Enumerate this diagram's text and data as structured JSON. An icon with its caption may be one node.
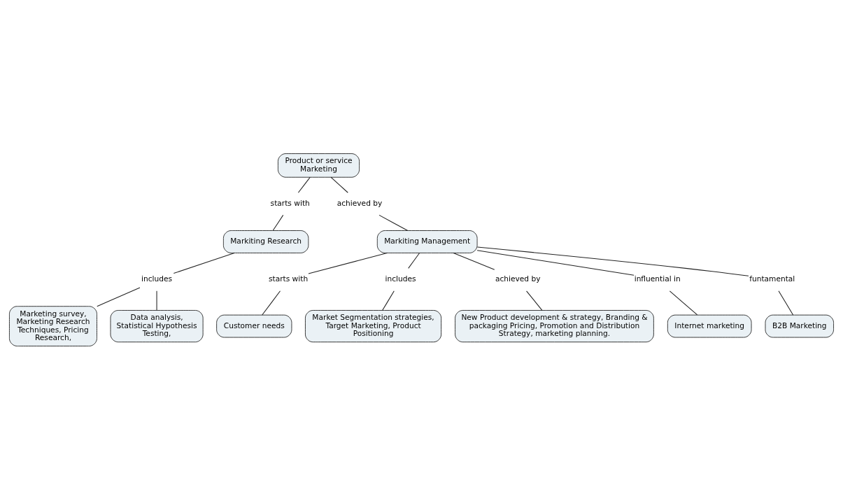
{
  "diagram": {
    "nodes": [
      {
        "text": [
          "Product or service Marketing"
        ]
      },
      {
        "text": [
          "starts with"
        ]
      },
      {
        "text": [
          "achieved by"
        ]
      },
      {
        "text": [
          "Markiting Research"
        ]
      },
      {
        "text": [
          "Markiting Management"
        ]
      },
      {
        "text": [
          "includes"
        ]
      },
      {
        "text": [
          "Marketing survey, Marketing Research Techniques, Pricing Research,"
        ]
      },
      {
        "text": [
          "Data analysis, Statistical Hypothesis Testing,"
        ]
      },
      {
        "text": [
          "starts with"
        ]
      },
      {
        "text": [
          "includes"
        ]
      },
      {
        "text": [
          "achieved by"
        ]
      },
      {
        "text": [
          "influential in"
        ]
      },
      {
        "text": [
          "funtamental"
        ]
      },
      {
        "text": [
          "Customer needs"
        ]
      },
      {
        "text": [
          "Internet marketing"
        ]
      },
      {
        "text": [
          "Market Segmentation strategies, Target Marketing, Product Positioning"
        ]
      },
      {
        "text": [
          "B2B Marketing"
        ]
      },
      {
        "text": [
          "New Product development & strategy, Branding & packaging Pricing, Promotion and Distribution Strategy, marketing planning."
        ]
      }
    ],
    "edges": [
      {
        "from": 0,
        "to": 1,
        "arrow": "none"
      },
      {
        "from": 1,
        "to": 3,
        "arrow": "none"
      },
      {
        "from": 0,
        "to": 2,
        "arrow": "none"
      },
      {
        "from": 2,
        "to": 4,
        "arrow": "none"
      },
      {
        "from": 3,
        "to": 5,
        "arrow": "none"
      },
      {
        "from": 5,
        "to": 6,
        "arrow": "none"
      },
      {
        "from": 5,
        "to": 7,
        "arrow": "none"
      },
      {
        "from": 4,
        "to": 8,
        "arrow": "none"
      },
      {
        "from": 8,
        "to": 13,
        "arrow": "none"
      },
      {
        "from": 4,
        "to": 9,
        "arrow": "none"
      },
      {
        "from": 9,
        "to": 15,
        "arrow": "none"
      },
      {
        "from": 4,
        "to": 10,
        "arrow": "none"
      },
      {
        "from": 10,
        "to": 17,
        "arrow": "none"
      },
      {
        "from": 4,
        "to": 11,
        "arrow": "none"
      },
      {
        "from": 11,
        "to": 14,
        "arrow": "none"
      },
      {
        "from": 4,
        "to": 12,
        "arrow": "none"
      },
      {
        "from": 12,
        "to": 16,
        "arrow": "none"
      }
    ]
  }
}
